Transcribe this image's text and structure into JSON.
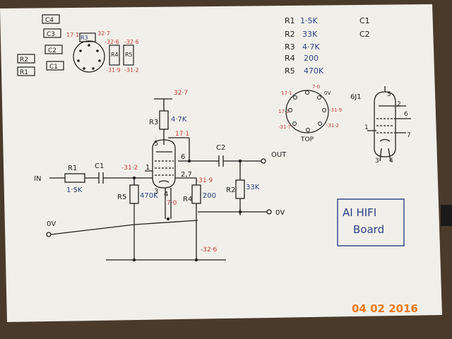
{
  "colors": {
    "ink": "#1f1f1f",
    "red": "#c8413a",
    "blue": "#2c3f86",
    "paper": "#f1efe9",
    "date": "#f07a1a"
  },
  "parts_boxes": [
    "C4",
    "C3",
    "C2",
    "C1",
    "R2",
    "R1"
  ],
  "socket_small": {
    "pins": {
      "p1": "17·1",
      "p7": "32·7"
    },
    "labels": [
      "R3",
      "R4",
      "R5"
    ],
    "side_vals": [
      "-32·6",
      "-32·6",
      "-31·9",
      "-31·2"
    ]
  },
  "parts_list": {
    "resistors": [
      {
        "ref": "R1",
        "value": "1·5K"
      },
      {
        "ref": "R2",
        "value": "33K"
      },
      {
        "ref": "R3",
        "value": "4·7K"
      },
      {
        "ref": "R4",
        "value": "200"
      },
      {
        "ref": "R5",
        "value": "470K"
      }
    ],
    "caps": [
      "C1",
      "C2"
    ]
  },
  "socket_top": {
    "title": "TOP",
    "vals": [
      "7·0",
      "17·1",
      "17·1",
      "0V",
      "-31·9",
      "-31·2",
      "-31·7"
    ]
  },
  "tube": {
    "name": "6J1",
    "pins": [
      "5",
      "2",
      "6",
      "1",
      "7",
      "3",
      "4"
    ]
  },
  "schematic": {
    "in_label": "IN",
    "out_label": "OUT",
    "ov_label": "0V",
    "ov_right": "0V",
    "R1": "R1",
    "R1_val": "1·5K",
    "C1": "C1",
    "C2": "C2",
    "R3": "R3",
    "R3_val": "4·7K",
    "R5": "R5",
    "R5_val": "470K",
    "R4": "R4",
    "R4_val": "200",
    "R2": "R2",
    "R2_val": "33K",
    "top_v": "32·7",
    "anode_v": "17·1",
    "grid_v": "-31·2",
    "cath_v": "-31·9",
    "heater_v": "7·0",
    "bottom_v": "-32·6",
    "pin5": "5",
    "pin6": "6",
    "pin1": "1",
    "pin27": "2,7",
    "pin3": "3",
    "pin4": "4"
  },
  "board_label": {
    "line1": "AI HIFI",
    "line2": "Board"
  },
  "date_stamp": "04 02 2016"
}
